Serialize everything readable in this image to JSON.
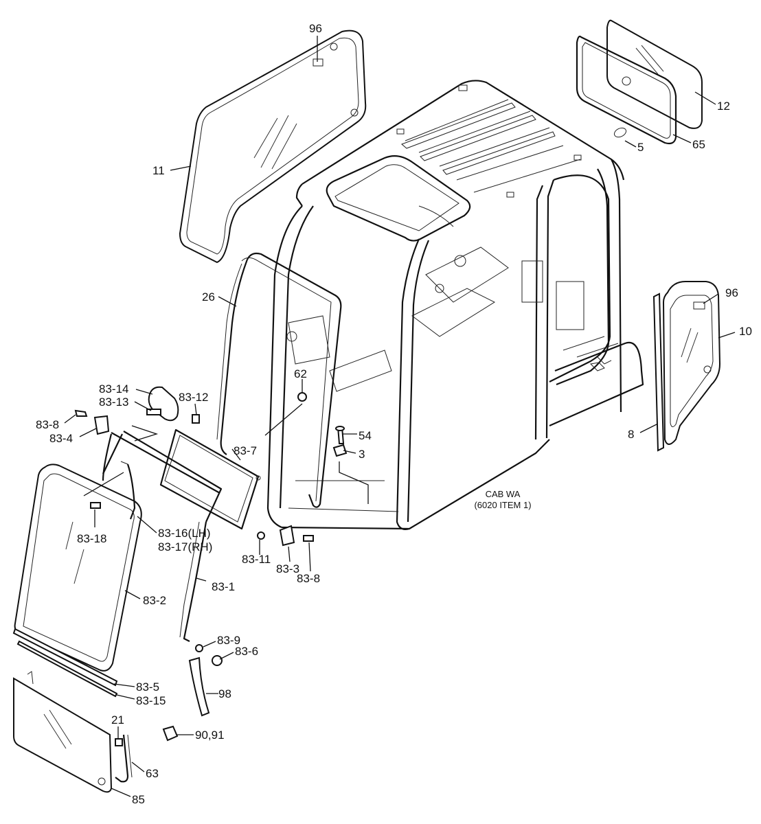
{
  "cab_note": {
    "line1": "CAB WA",
    "line2": "(6020 ITEM 1)"
  },
  "callouts": [
    {
      "id": "96-top",
      "text": "96"
    },
    {
      "id": "11",
      "text": "11"
    },
    {
      "id": "12",
      "text": "12"
    },
    {
      "id": "5",
      "text": "5"
    },
    {
      "id": "65",
      "text": "65"
    },
    {
      "id": "26",
      "text": "26"
    },
    {
      "id": "96-right",
      "text": "96"
    },
    {
      "id": "10",
      "text": "10"
    },
    {
      "id": "8",
      "text": "8"
    },
    {
      "id": "62",
      "text": "62"
    },
    {
      "id": "54",
      "text": "54"
    },
    {
      "id": "3",
      "text": "3"
    },
    {
      "id": "83-14",
      "text": "83-14"
    },
    {
      "id": "83-13",
      "text": "83-13"
    },
    {
      "id": "83-12",
      "text": "83-12"
    },
    {
      "id": "83-8-left",
      "text": "83-8"
    },
    {
      "id": "83-4",
      "text": "83-4"
    },
    {
      "id": "83-7",
      "text": "83-7"
    },
    {
      "id": "83-18",
      "text": "83-18"
    },
    {
      "id": "83-16",
      "text": "83-16(LH)"
    },
    {
      "id": "83-17",
      "text": "83-17(RH)"
    },
    {
      "id": "83-11",
      "text": "83-11"
    },
    {
      "id": "83-3",
      "text": "83-3"
    },
    {
      "id": "83-8-right",
      "text": "83-8"
    },
    {
      "id": "83-1",
      "text": "83-1"
    },
    {
      "id": "83-2",
      "text": "83-2"
    },
    {
      "id": "83-9",
      "text": "83-9"
    },
    {
      "id": "83-6",
      "text": "83-6"
    },
    {
      "id": "83-5",
      "text": "83-5"
    },
    {
      "id": "83-15",
      "text": "83-15"
    },
    {
      "id": "98",
      "text": "98"
    },
    {
      "id": "21",
      "text": "21"
    },
    {
      "id": "90-91",
      "text": "90,91"
    },
    {
      "id": "63",
      "text": "63"
    },
    {
      "id": "85",
      "text": "85"
    }
  ]
}
